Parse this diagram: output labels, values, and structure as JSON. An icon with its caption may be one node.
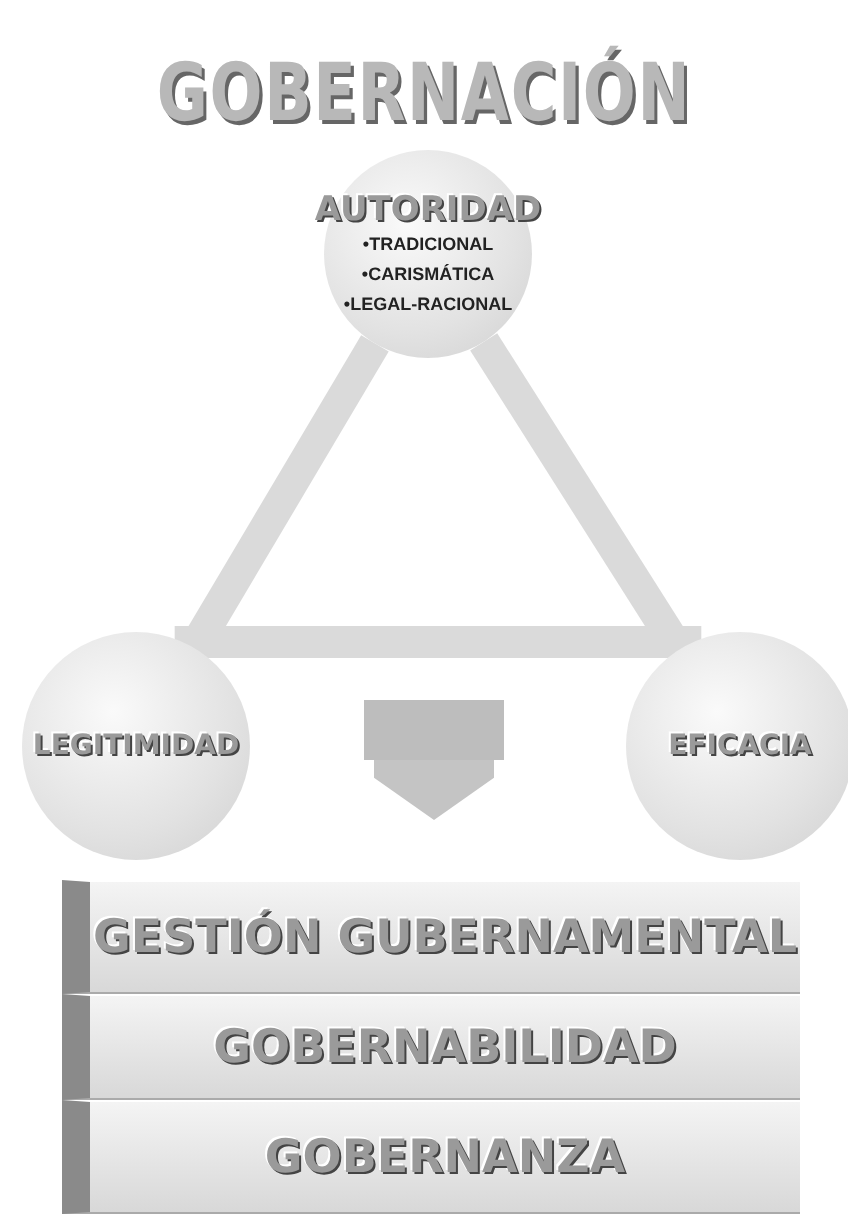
{
  "diagram": {
    "title": "GOBERNACIÓN",
    "nodes": [
      {
        "text": [
          "AUTORIDAD",
          "•TRADICIONAL",
          "•CARISMÁTICA",
          "•LEGAL-RACIONAL"
        ]
      },
      {
        "text": [
          "LEGITIMIDAD"
        ]
      },
      {
        "text": [
          "EFICACIA"
        ]
      },
      {
        "text": [
          "GESTIÓN GUBERNAMENTAL"
        ]
      },
      {
        "text": [
          "GOBERNABILIDAD"
        ]
      },
      {
        "text": [
          "GOBERNANZA"
        ]
      }
    ],
    "edges": [
      {
        "from": 0,
        "to": 1,
        "arrow": "none"
      },
      {
        "from": 0,
        "to": 2,
        "arrow": "none"
      },
      {
        "from": 1,
        "to": 2,
        "arrow": "none"
      },
      {
        "from": null,
        "to": 3,
        "arrow": "to",
        "style": "thick"
      }
    ]
  }
}
